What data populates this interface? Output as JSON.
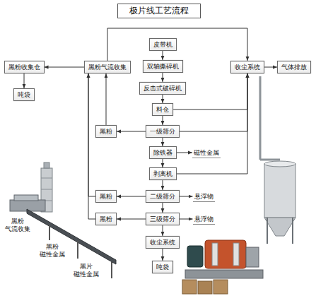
{
  "diagram": {
    "title": "极片线工艺流程",
    "nodes": [
      {
        "text": [
          "皮带机"
        ]
      },
      {
        "text": [
          "双轴撕碎机"
        ]
      },
      {
        "text": [
          "反击式破碎机"
        ]
      },
      {
        "text": [
          "料仓"
        ]
      },
      {
        "text": [
          "一级筛分"
        ]
      },
      {
        "text": [
          "除铁器"
        ]
      },
      {
        "text": [
          "剥离机"
        ]
      },
      {
        "text": [
          "二级筛分"
        ]
      },
      {
        "text": [
          "三级筛分"
        ]
      },
      {
        "text": [
          "收尘系统"
        ]
      },
      {
        "text": [
          "吨袋"
        ]
      },
      {
        "text": [
          "收尘系统"
        ]
      },
      {
        "text": [
          "气体排放"
        ]
      },
      {
        "text": [
          "黑粉气流收集"
        ]
      },
      {
        "text": [
          "黑粉收集仓"
        ]
      },
      {
        "text": [
          "吨袋"
        ]
      },
      {
        "text": [
          "黑粉"
        ]
      },
      {
        "text": [
          "磁性金属"
        ]
      },
      {
        "text": [
          "黑粉"
        ]
      },
      {
        "text": [
          "悬浮物"
        ]
      },
      {
        "text": [
          "黑粉"
        ]
      },
      {
        "text": [
          "悬浮物"
        ]
      }
    ],
    "edges": [
      {
        "from": 0,
        "to": 1,
        "arrow": "to"
      },
      {
        "from": 1,
        "to": 2,
        "arrow": "to"
      },
      {
        "from": 2,
        "to": 3,
        "arrow": "to"
      },
      {
        "from": 3,
        "to": 4,
        "arrow": "to"
      },
      {
        "from": 4,
        "to": 5,
        "arrow": "to"
      },
      {
        "from": 5,
        "to": 6,
        "arrow": "to"
      },
      {
        "from": 6,
        "to": 7,
        "arrow": "to"
      },
      {
        "from": 7,
        "to": 8,
        "arrow": "to"
      },
      {
        "from": 8,
        "to": 9,
        "arrow": "to"
      },
      {
        "from": 9,
        "to": 10,
        "arrow": "to"
      },
      {
        "from": 5,
        "to": 17,
        "arrow": "to"
      },
      {
        "from": 7,
        "to": 19,
        "arrow": "to"
      },
      {
        "from": 8,
        "to": 21,
        "arrow": "to"
      },
      {
        "from": 4,
        "to": 16,
        "arrow": "to"
      },
      {
        "from": 7,
        "to": 18,
        "arrow": "to"
      },
      {
        "from": 8,
        "to": 20,
        "arrow": "to"
      },
      {
        "from": 16,
        "to": 13,
        "arrow": "to"
      },
      {
        "from": 18,
        "to": 13,
        "arrow": "to"
      },
      {
        "from": 20,
        "to": 13,
        "arrow": "to"
      },
      {
        "from": 13,
        "to": 14,
        "arrow": "to"
      },
      {
        "from": 14,
        "to": 15,
        "arrow": "to"
      },
      {
        "from": 13,
        "to": 11,
        "arrow": "to"
      },
      {
        "from": 11,
        "to": 12,
        "arrow": "to"
      },
      {
        "from": 3,
        "to": 11,
        "arrow": "to"
      },
      {
        "from": 4,
        "to": 11,
        "arrow": "to"
      },
      {
        "from": 6,
        "to": 11,
        "arrow": "to"
      }
    ],
    "labels": [
      "黑粉 气流收集",
      "黑粉 磁性金属",
      "黑片 磁性金属"
    ]
  }
}
